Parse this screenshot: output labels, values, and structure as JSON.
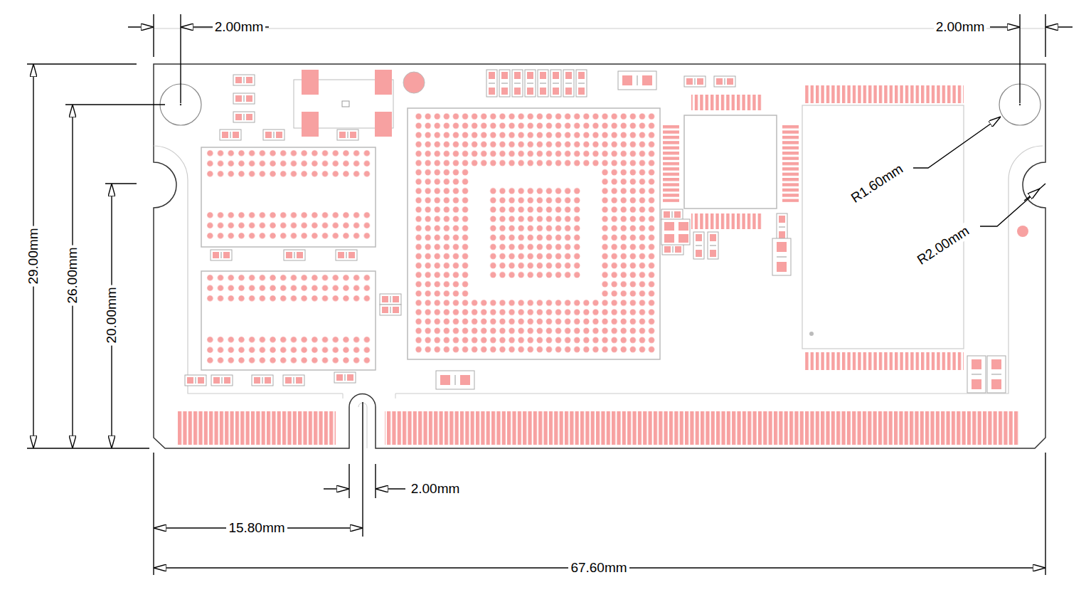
{
  "diagram": {
    "labels": [
      "2.00mm",
      "2.00mm",
      "29.00mm",
      "26.00mm",
      "20.00mm",
      "R1.60mm",
      "R2.00mm",
      "2.00mm",
      "15.80mm",
      "67.60mm"
    ]
  }
}
